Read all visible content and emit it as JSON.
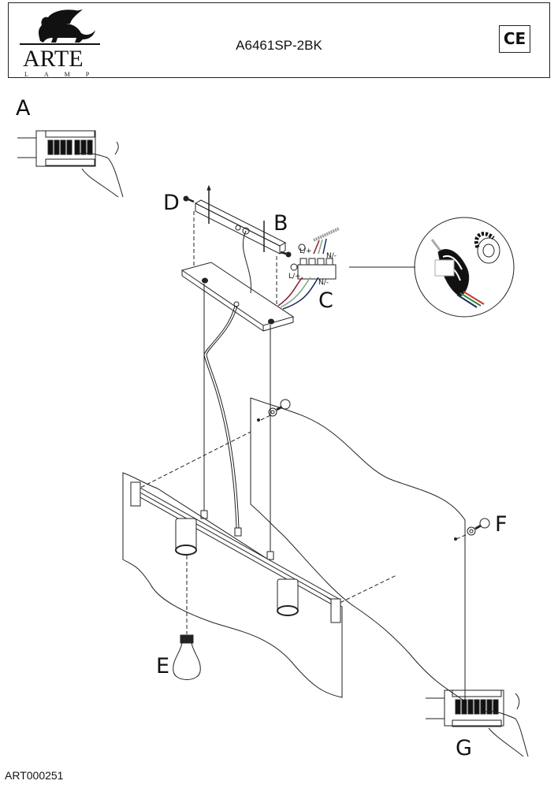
{
  "header": {
    "brand": "ARTE",
    "brand_sub": "LAMP",
    "model": "A6461SP-2BK",
    "certification": "CE"
  },
  "steps": {
    "a": "A",
    "b": "B",
    "c": "C",
    "d": "D",
    "e": "E",
    "f": "F",
    "g": "G"
  },
  "wiring": {
    "live_label_top": "L/+",
    "neutral_label_top": "N/-",
    "live_label_bottom": "L/+",
    "neutral_label_bottom": "N/-",
    "wire_colors": {
      "live": "#8b1a2b",
      "earth": "#7fa88a",
      "neutral": "#1b2a5e"
    }
  },
  "footer": {
    "doc_code": "ART000251"
  }
}
